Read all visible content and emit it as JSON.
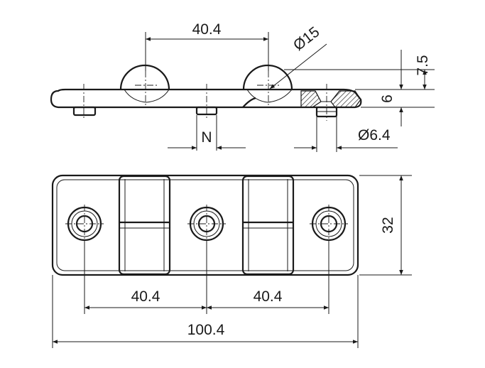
{
  "dimensions": {
    "top_pitch": "40.4",
    "sphere_diameter": "Ø15",
    "height_total": "7.5",
    "plate_thickness": "6",
    "thread_label": "N",
    "hole_diameter": "Ø6.4",
    "width": "32",
    "pitch_left": "40.4",
    "pitch_right": "40.4",
    "overall_length": "100.4"
  },
  "colors": {
    "line": "#1a1a1a",
    "section_hatch": "#1a1a1a",
    "background": "#ffffff"
  }
}
